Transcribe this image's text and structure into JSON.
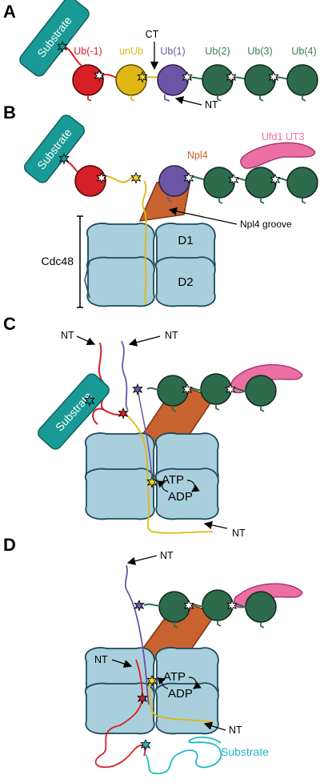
{
  "panels": {
    "a": {
      "letter": "A",
      "substrate": "Substrate",
      "ub_m1": "Ub(-1)",
      "unub": "unUb",
      "ub1": "Ub(1)",
      "ub2": "Ub(2)",
      "ub3": "Ub(3)",
      "ub4": "Ub(4)",
      "ct": "CT",
      "nt": "NT"
    },
    "b": {
      "letter": "B",
      "substrate": "Substrate",
      "npl4": "Npl4",
      "ufd1": "Ufd1 UT3",
      "groove": "Npl4 groove",
      "cdc48": "Cdc48",
      "d1": "D1",
      "d2": "D2"
    },
    "c": {
      "letter": "C",
      "substrate": "Substrate",
      "nt1": "NT",
      "nt2": "NT",
      "nt3": "NT",
      "atp": "ATP",
      "adp": "ADP"
    },
    "d": {
      "letter": "D",
      "nt1": "NT",
      "nt2": "NT",
      "nt3": "NT",
      "atp": "ATP",
      "adp": "ADP",
      "substrate": "Substrate"
    }
  },
  "colors": {
    "substrate": "#1a9a96",
    "ub_minus1": "#d61f26",
    "unub": "#e0b814",
    "ub1": "#6b55a5",
    "ub_green": "#2e6b4c",
    "ub_label_green": "#3d7a4f",
    "npl4": "#c8622e",
    "ufd1": "#ec6fa3",
    "cdc48": "#a9cfdc",
    "outline": "#1c4a5c",
    "star_yellow": "#f2d522",
    "substrate_chain": "#22b8c8"
  }
}
